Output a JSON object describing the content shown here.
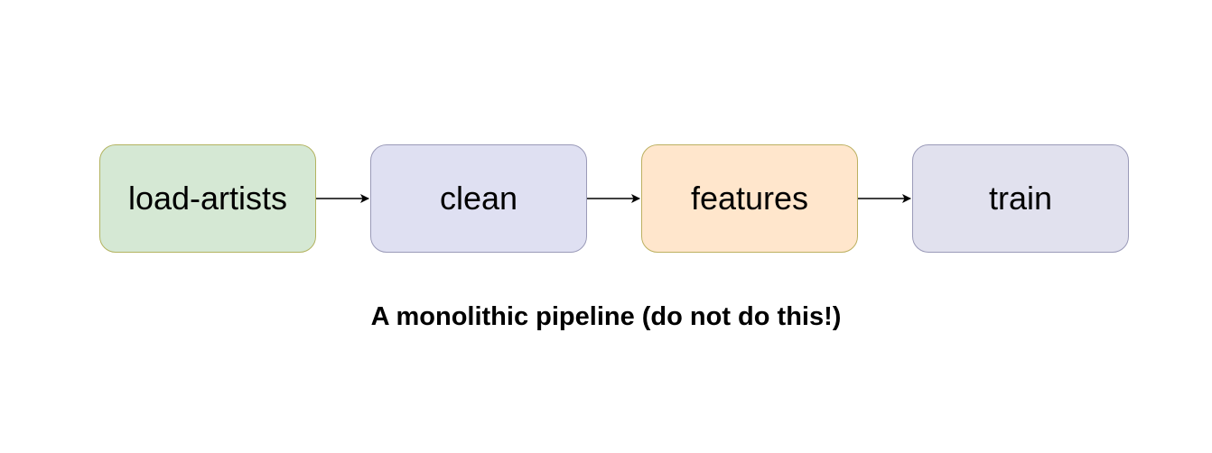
{
  "nodes": [
    {
      "label": "load-artists",
      "fill": "#d5e8d4",
      "stroke": "#b3b360"
    },
    {
      "label": "clean",
      "fill": "#dfe0f2",
      "stroke": "#9a9ab8"
    },
    {
      "label": "features",
      "fill": "#ffe6cc",
      "stroke": "#bcb060"
    },
    {
      "label": "train",
      "fill": "#e1e1ee",
      "stroke": "#9a9ab8"
    }
  ],
  "edge_color": "#000000",
  "caption": "A monolithic pipeline (do not do this!)"
}
